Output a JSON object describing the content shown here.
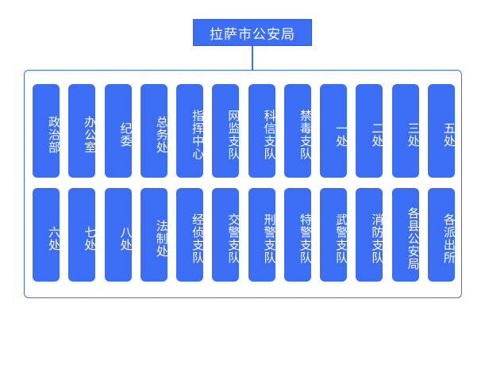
{
  "chart": {
    "type": "org-chart",
    "root": {
      "label": "拉萨市公安局"
    },
    "rows": [
      {
        "nodes": [
          {
            "label": "政治部"
          },
          {
            "label": "办公室"
          },
          {
            "label": "纪委"
          },
          {
            "label": "总务处"
          },
          {
            "label": "指挥中心"
          },
          {
            "label": "网监支队"
          },
          {
            "label": "科信支队"
          },
          {
            "label": "禁毒支队"
          },
          {
            "label": "一处"
          },
          {
            "label": "二处"
          },
          {
            "label": "三处"
          },
          {
            "label": "五处"
          }
        ]
      },
      {
        "nodes": [
          {
            "label": "六处"
          },
          {
            "label": "七处"
          },
          {
            "label": "八处"
          },
          {
            "label": "法制处"
          },
          {
            "label": "经侦支队"
          },
          {
            "label": "交警支队"
          },
          {
            "label": "刑警支队"
          },
          {
            "label": "特警支队"
          },
          {
            "label": "武警支队"
          },
          {
            "label": "消防支队"
          },
          {
            "label": "各县公安局"
          },
          {
            "label": "各派出所"
          }
        ]
      }
    ],
    "colors": {
      "node_fill": "#3b6ef5",
      "node_text": "#ffffff",
      "container_border": "#3b6ef5",
      "background": "#ffffff"
    }
  }
}
